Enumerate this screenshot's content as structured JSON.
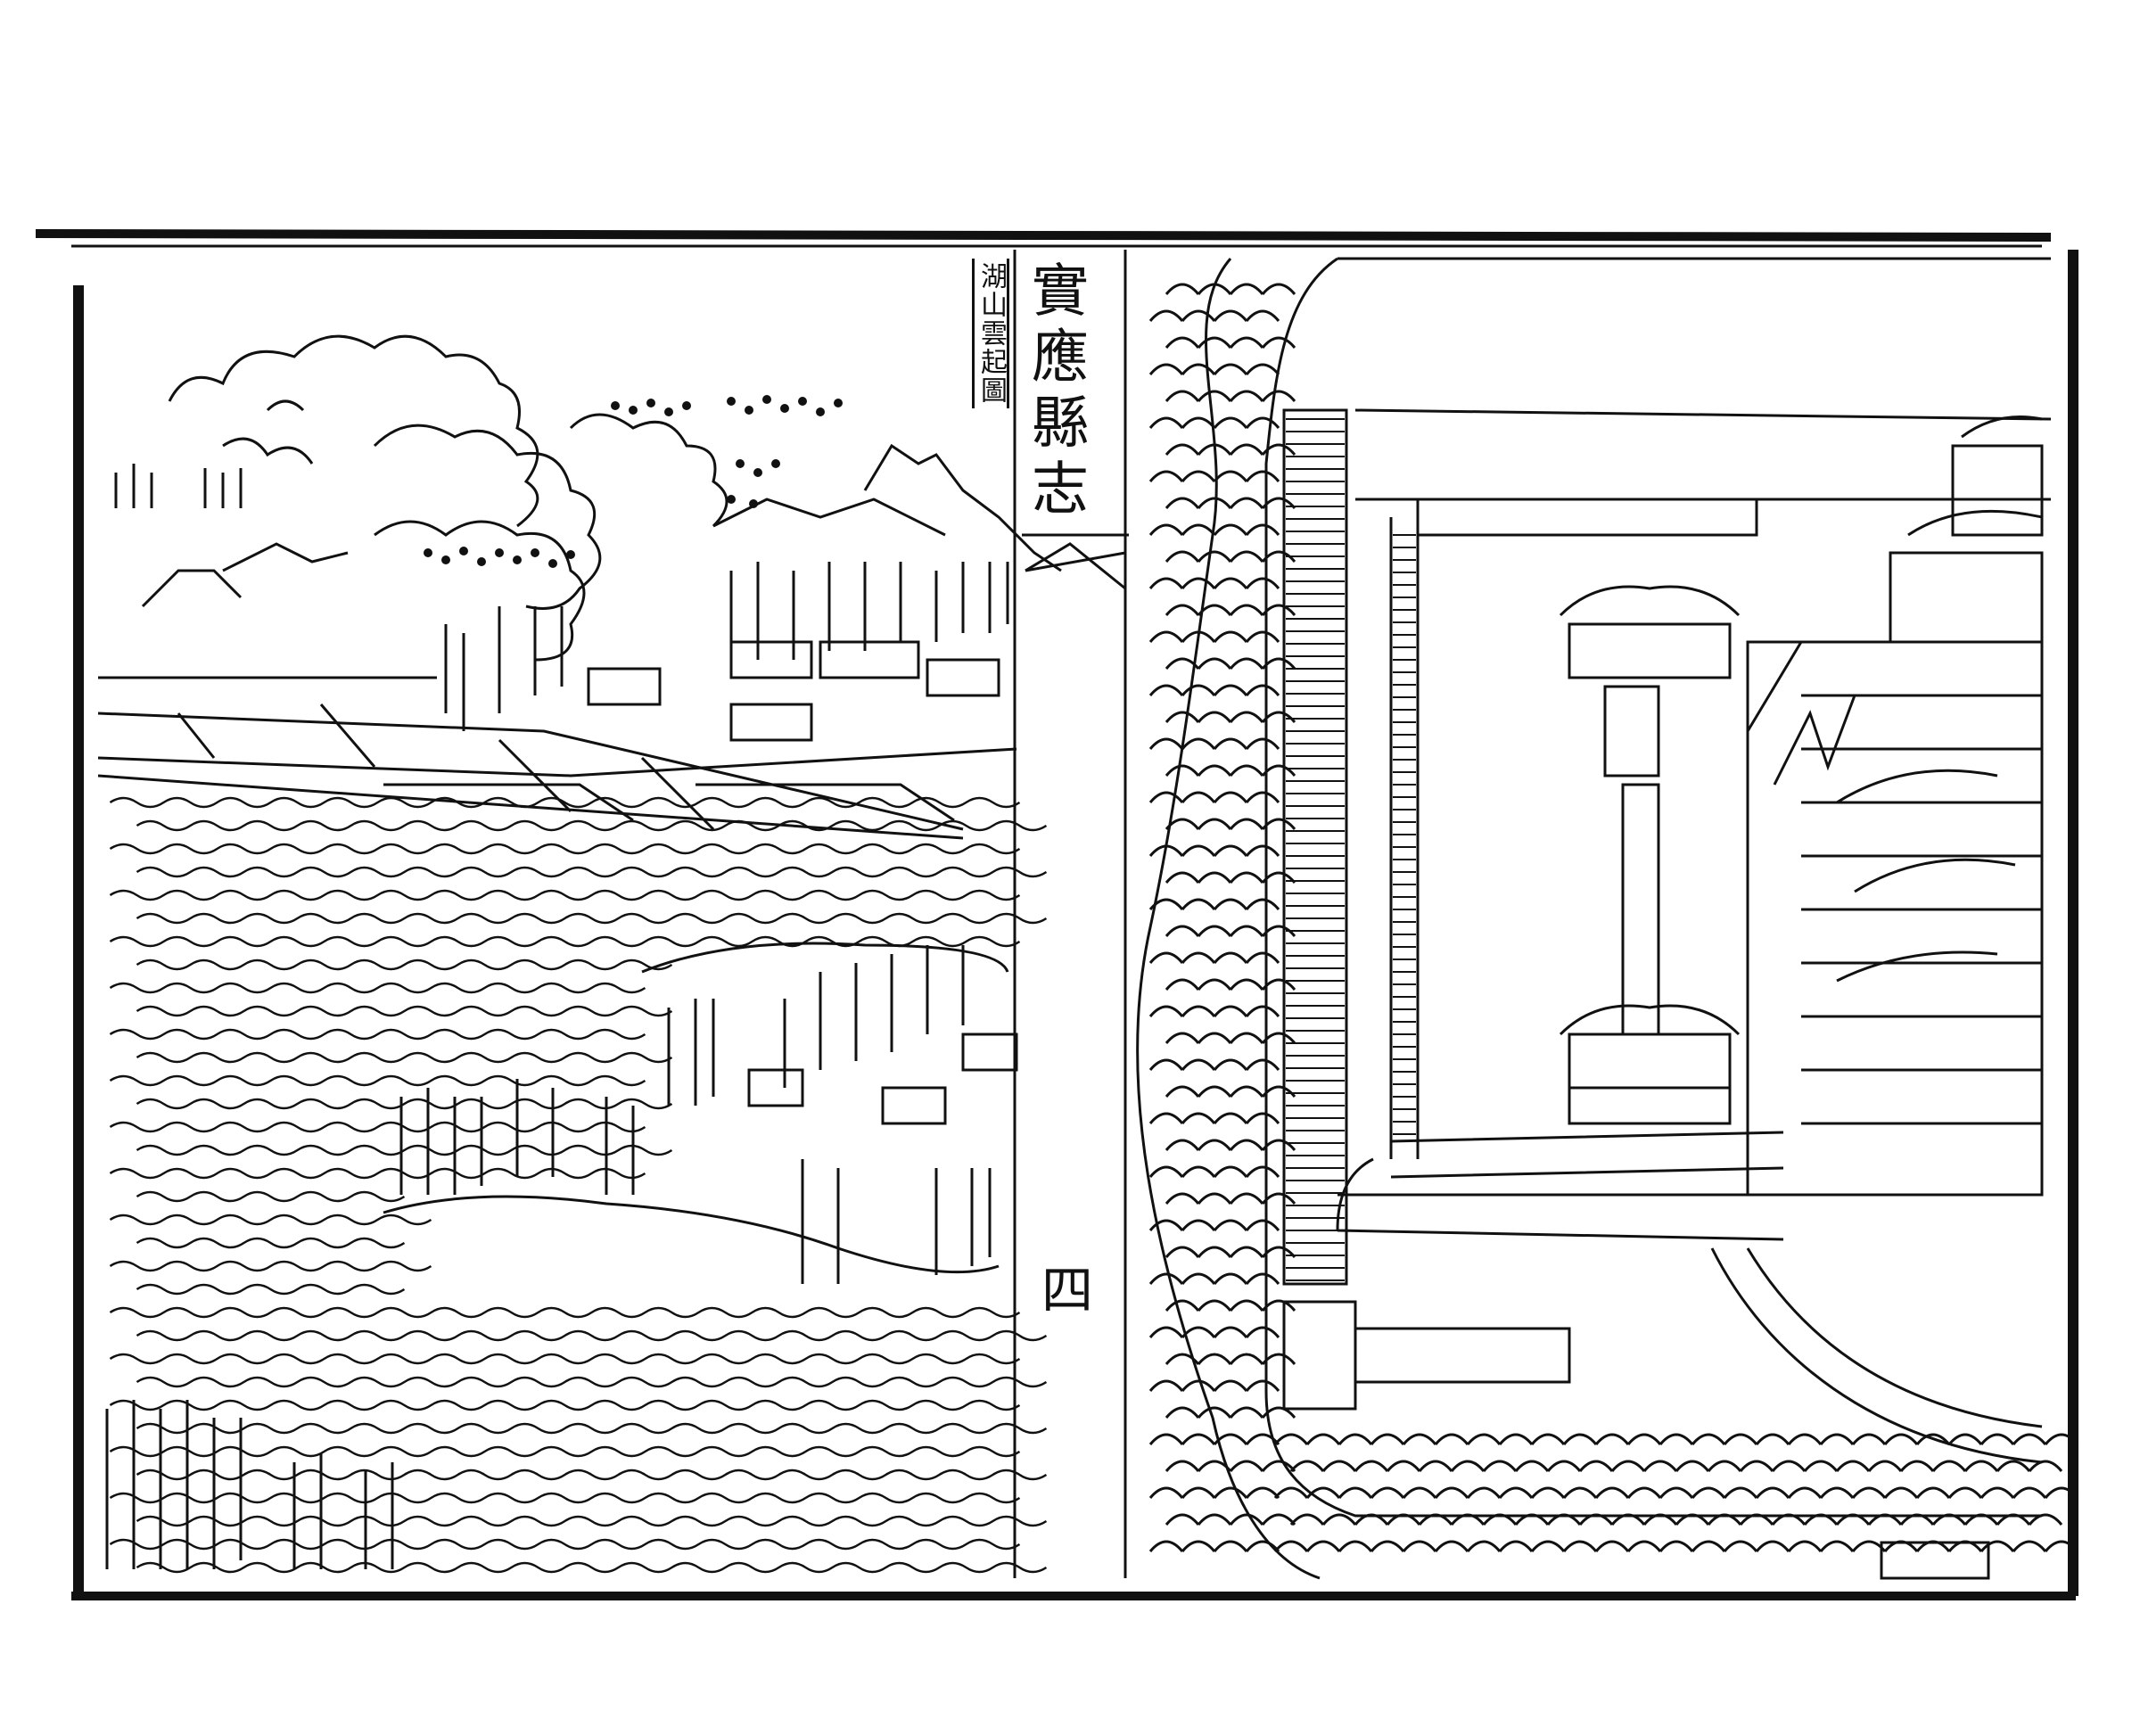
{
  "book": {
    "title": "實應縣志",
    "leaf_number": "四"
  },
  "plates": {
    "left": {
      "title": "湖山雲起圖"
    },
    "right": {
      "title": ""
    }
  }
}
